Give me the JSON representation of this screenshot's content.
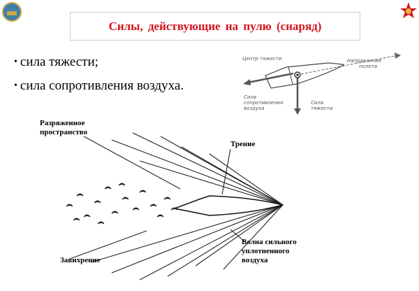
{
  "title": "Силы, действующие на пулю (снаряд)",
  "bullets": [
    "сила тяжести;",
    "сила сопротивления воздуха."
  ],
  "forces_diagram": {
    "center_of_gravity": "Центр тяжести",
    "flight_direction": [
      "Направление",
      "полета"
    ],
    "air_resistance": [
      "Сила",
      "сопротивления",
      "воздуха"
    ],
    "gravity": [
      "Сила",
      "тяжести"
    ]
  },
  "flow_diagram": {
    "rarefied_space": [
      "Разряженное",
      "пространство"
    ],
    "friction": "Трение",
    "compressed_wave": [
      "Волна сильного",
      "уплотненного",
      "воздуха"
    ],
    "vortex": "Завихрение"
  },
  "colors": {
    "title": "#d2141c"
  },
  "icons": [
    "emblem-icon",
    "star-emblem-icon"
  ]
}
